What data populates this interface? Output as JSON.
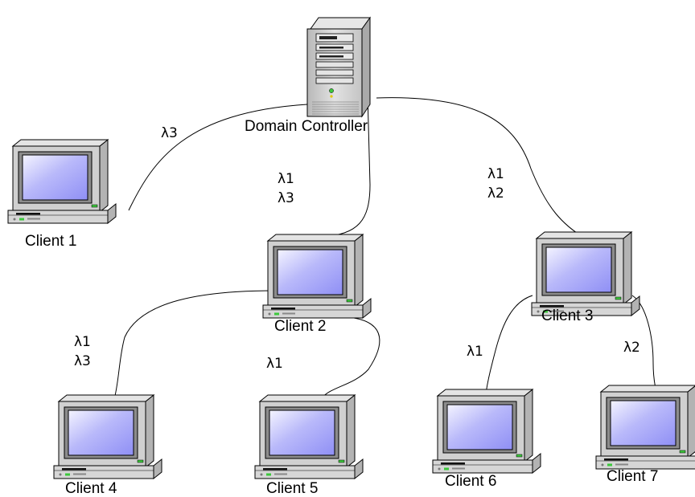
{
  "server": {
    "label": "Domain Controller"
  },
  "clients": [
    {
      "id": "client-1",
      "label": "Client 1"
    },
    {
      "id": "client-2",
      "label": "Client 2"
    },
    {
      "id": "client-3",
      "label": "Client 3"
    },
    {
      "id": "client-4",
      "label": "Client 4"
    },
    {
      "id": "client-5",
      "label": "Client 5"
    },
    {
      "id": "client-6",
      "label": "Client 6"
    },
    {
      "id": "client-7",
      "label": "Client 7"
    }
  ],
  "links": [
    {
      "from": "Domain Controller",
      "to": "Client 1",
      "lambdas": [
        "λ3"
      ]
    },
    {
      "from": "Domain Controller",
      "to": "Client 2",
      "lambdas": [
        "λ1",
        "λ3"
      ]
    },
    {
      "from": "Domain Controller",
      "to": "Client 3",
      "lambdas": [
        "λ1",
        "λ2"
      ]
    },
    {
      "from": "Client 2",
      "to": "Client 4",
      "lambdas": [
        "λ1",
        "λ3"
      ]
    },
    {
      "from": "Client 2",
      "to": "Client 5",
      "lambdas": [
        "λ1"
      ]
    },
    {
      "from": "Client 3",
      "to": "Client 6",
      "lambdas": [
        "λ1"
      ]
    },
    {
      "from": "Client 3",
      "to": "Client 7",
      "lambdas": [
        "λ2"
      ]
    }
  ],
  "colors": {
    "screen": "#8f8ff5",
    "casing": "#cfcfcf",
    "led": "#3cc83c"
  }
}
